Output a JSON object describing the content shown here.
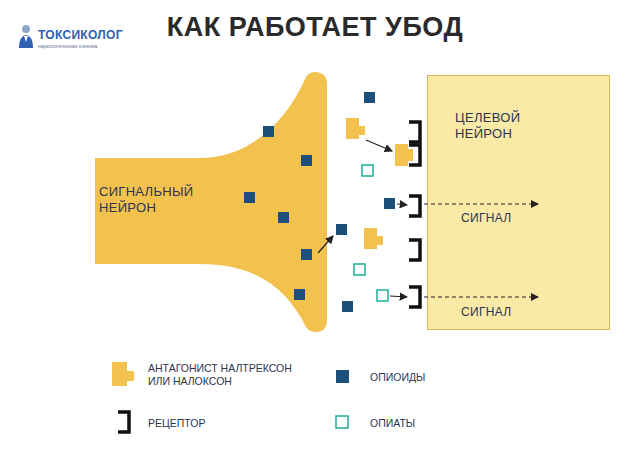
{
  "diagram": {
    "title": "КАК РАБОТАЕТ УБОД",
    "nodes": [
      {
        "text": [
          "СИГНАЛЬНЫЙ НЕЙРОН"
        ]
      },
      {
        "text": [
          "ЦЕЛЕВОЙ НЕЙРОН"
        ]
      }
    ],
    "labels": [
      "ТОКСИКОЛОГ",
      "наркологическая клиника",
      "СИГНАЛ",
      "СИГНАЛ"
    ],
    "legend": [
      {
        "text": "АНТАГОНИСТ НАЛТРЕКСОН ИЛИ НАЛОКСОН"
      },
      {
        "text": "РЕЦЕПТОР"
      },
      {
        "text": "ОПИОИДЫ",
        "color": "#1c4f7a"
      },
      {
        "text": "ОПИАТЫ"
      }
    ]
  }
}
